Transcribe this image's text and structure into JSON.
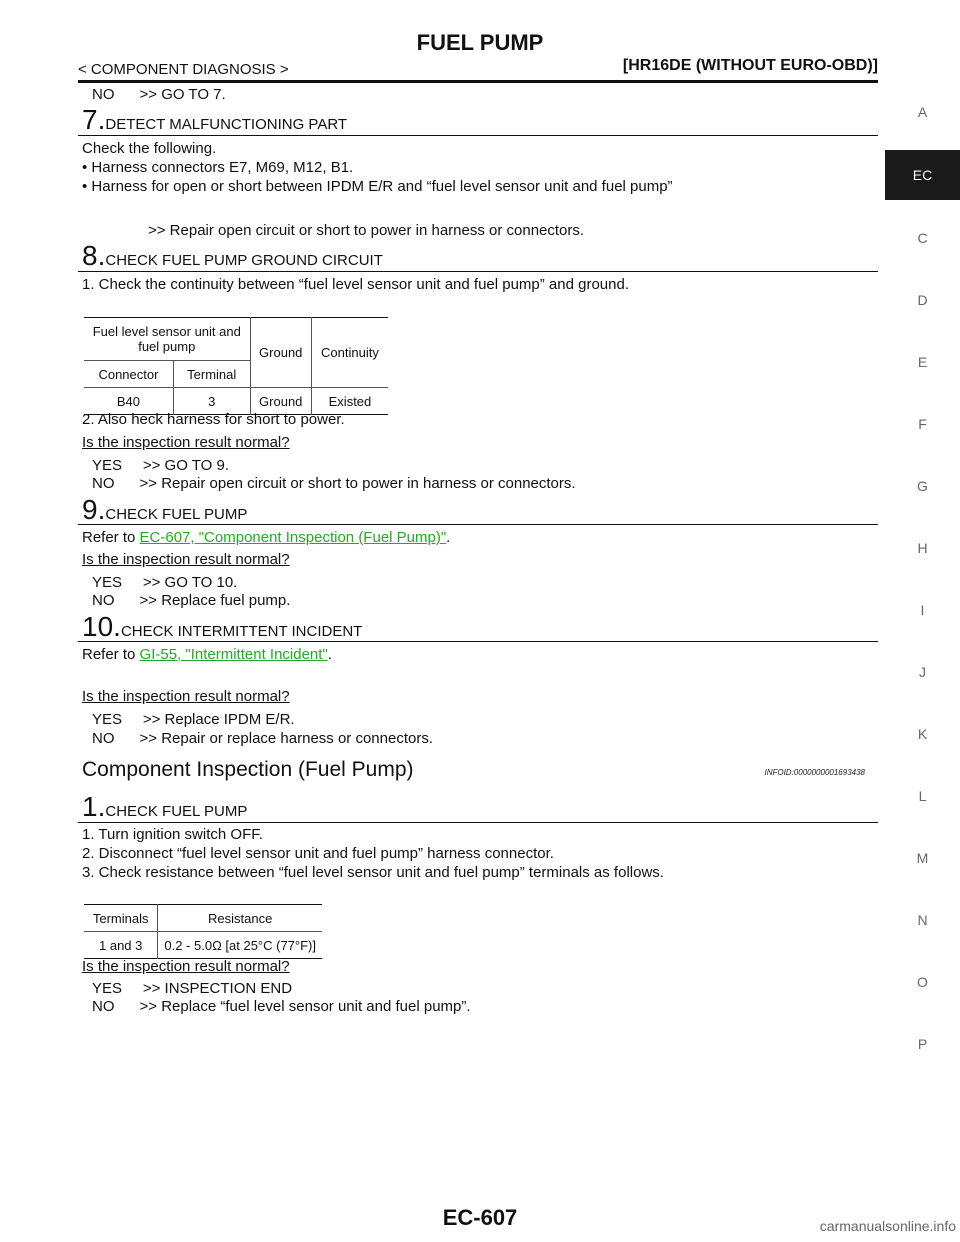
{
  "header": {
    "title": "FUEL PUMP",
    "left": "< COMPONENT DIAGNOSIS >",
    "right": "[HR16DE (WITHOUT EURO-OBD)]"
  },
  "side_tabs": [
    "A",
    "EC",
    "C",
    "D",
    "E",
    "F",
    "G",
    "H",
    "I",
    "J",
    "K",
    "L",
    "M",
    "N",
    "O",
    "P"
  ],
  "top_no": "NO      >> GO TO 7.",
  "step7": {
    "num": "7.",
    "title": "DETECT MALFUNCTIONING PART",
    "lines": [
      "Check the following.",
      "• Harness connectors E7, M69, M12, B1.",
      "• Harness for open or short between IPDM E/R and “fuel level sensor unit and fuel pump”"
    ],
    "result": ">> Repair open circuit or short to power in harness or connectors."
  },
  "step8": {
    "num": "8.",
    "title": "CHECK FUEL PUMP GROUND CIRCUIT",
    "line1": "1.  Check the continuity between “fuel level sensor unit and fuel pump” and ground.",
    "table": {
      "group_header": "Fuel level sensor unit and fuel pump",
      "col_connector": "Connector",
      "col_terminal": "Terminal",
      "col_ground": "Ground",
      "col_continuity": "Continuity",
      "row": [
        "B40",
        "3",
        "Ground",
        "Existed"
      ]
    },
    "line2": "2.  Also heck harness for short to power.",
    "question": "Is the inspection result normal?",
    "yes": "YES     >> GO TO 9.",
    "no": "NO      >> Repair open circuit or short to power in harness or connectors."
  },
  "step9": {
    "num": "9.",
    "title": "CHECK FUEL PUMP",
    "refer_prefix": "Refer to ",
    "refer_link": "EC-607, \"Component Inspection (Fuel Pump)\"",
    "refer_suffix": ".",
    "question": "Is the inspection result normal?",
    "yes": "YES     >> GO TO 10.",
    "no": "NO      >> Replace fuel pump."
  },
  "step10": {
    "num": "10.",
    "title": "CHECK INTERMITTENT INCIDENT",
    "refer_prefix": "Refer to ",
    "refer_link": "GI-55, \"Intermittent Incident\"",
    "refer_suffix": ".",
    "question": "Is the inspection result normal?",
    "yes": "YES     >> Replace IPDM E/R.",
    "no": "NO      >> Repair or replace harness or connectors."
  },
  "component": {
    "title": "Component Inspection (Fuel Pump)",
    "infoid": "INFOID:0000000001693438"
  },
  "cstep1": {
    "num": "1.",
    "title": "CHECK FUEL PUMP",
    "lines": [
      "1.  Turn ignition switch OFF.",
      "2.  Disconnect “fuel level sensor unit and fuel pump” harness connector.",
      "3.  Check resistance between “fuel level sensor unit and fuel pump” terminals as follows."
    ],
    "table": {
      "col_terminals": "Terminals",
      "col_resistance": "Resistance",
      "row": [
        "1 and 3",
        "0.2 - 5.0Ω [at 25°C (77°F)]"
      ]
    },
    "question": "Is the inspection result normal?",
    "yes": "YES     >> INSPECTION END",
    "no": "NO      >> Replace “fuel level sensor unit and fuel pump”."
  },
  "footer": {
    "page": "EC-607"
  },
  "watermark": "carmanualsonline.info"
}
